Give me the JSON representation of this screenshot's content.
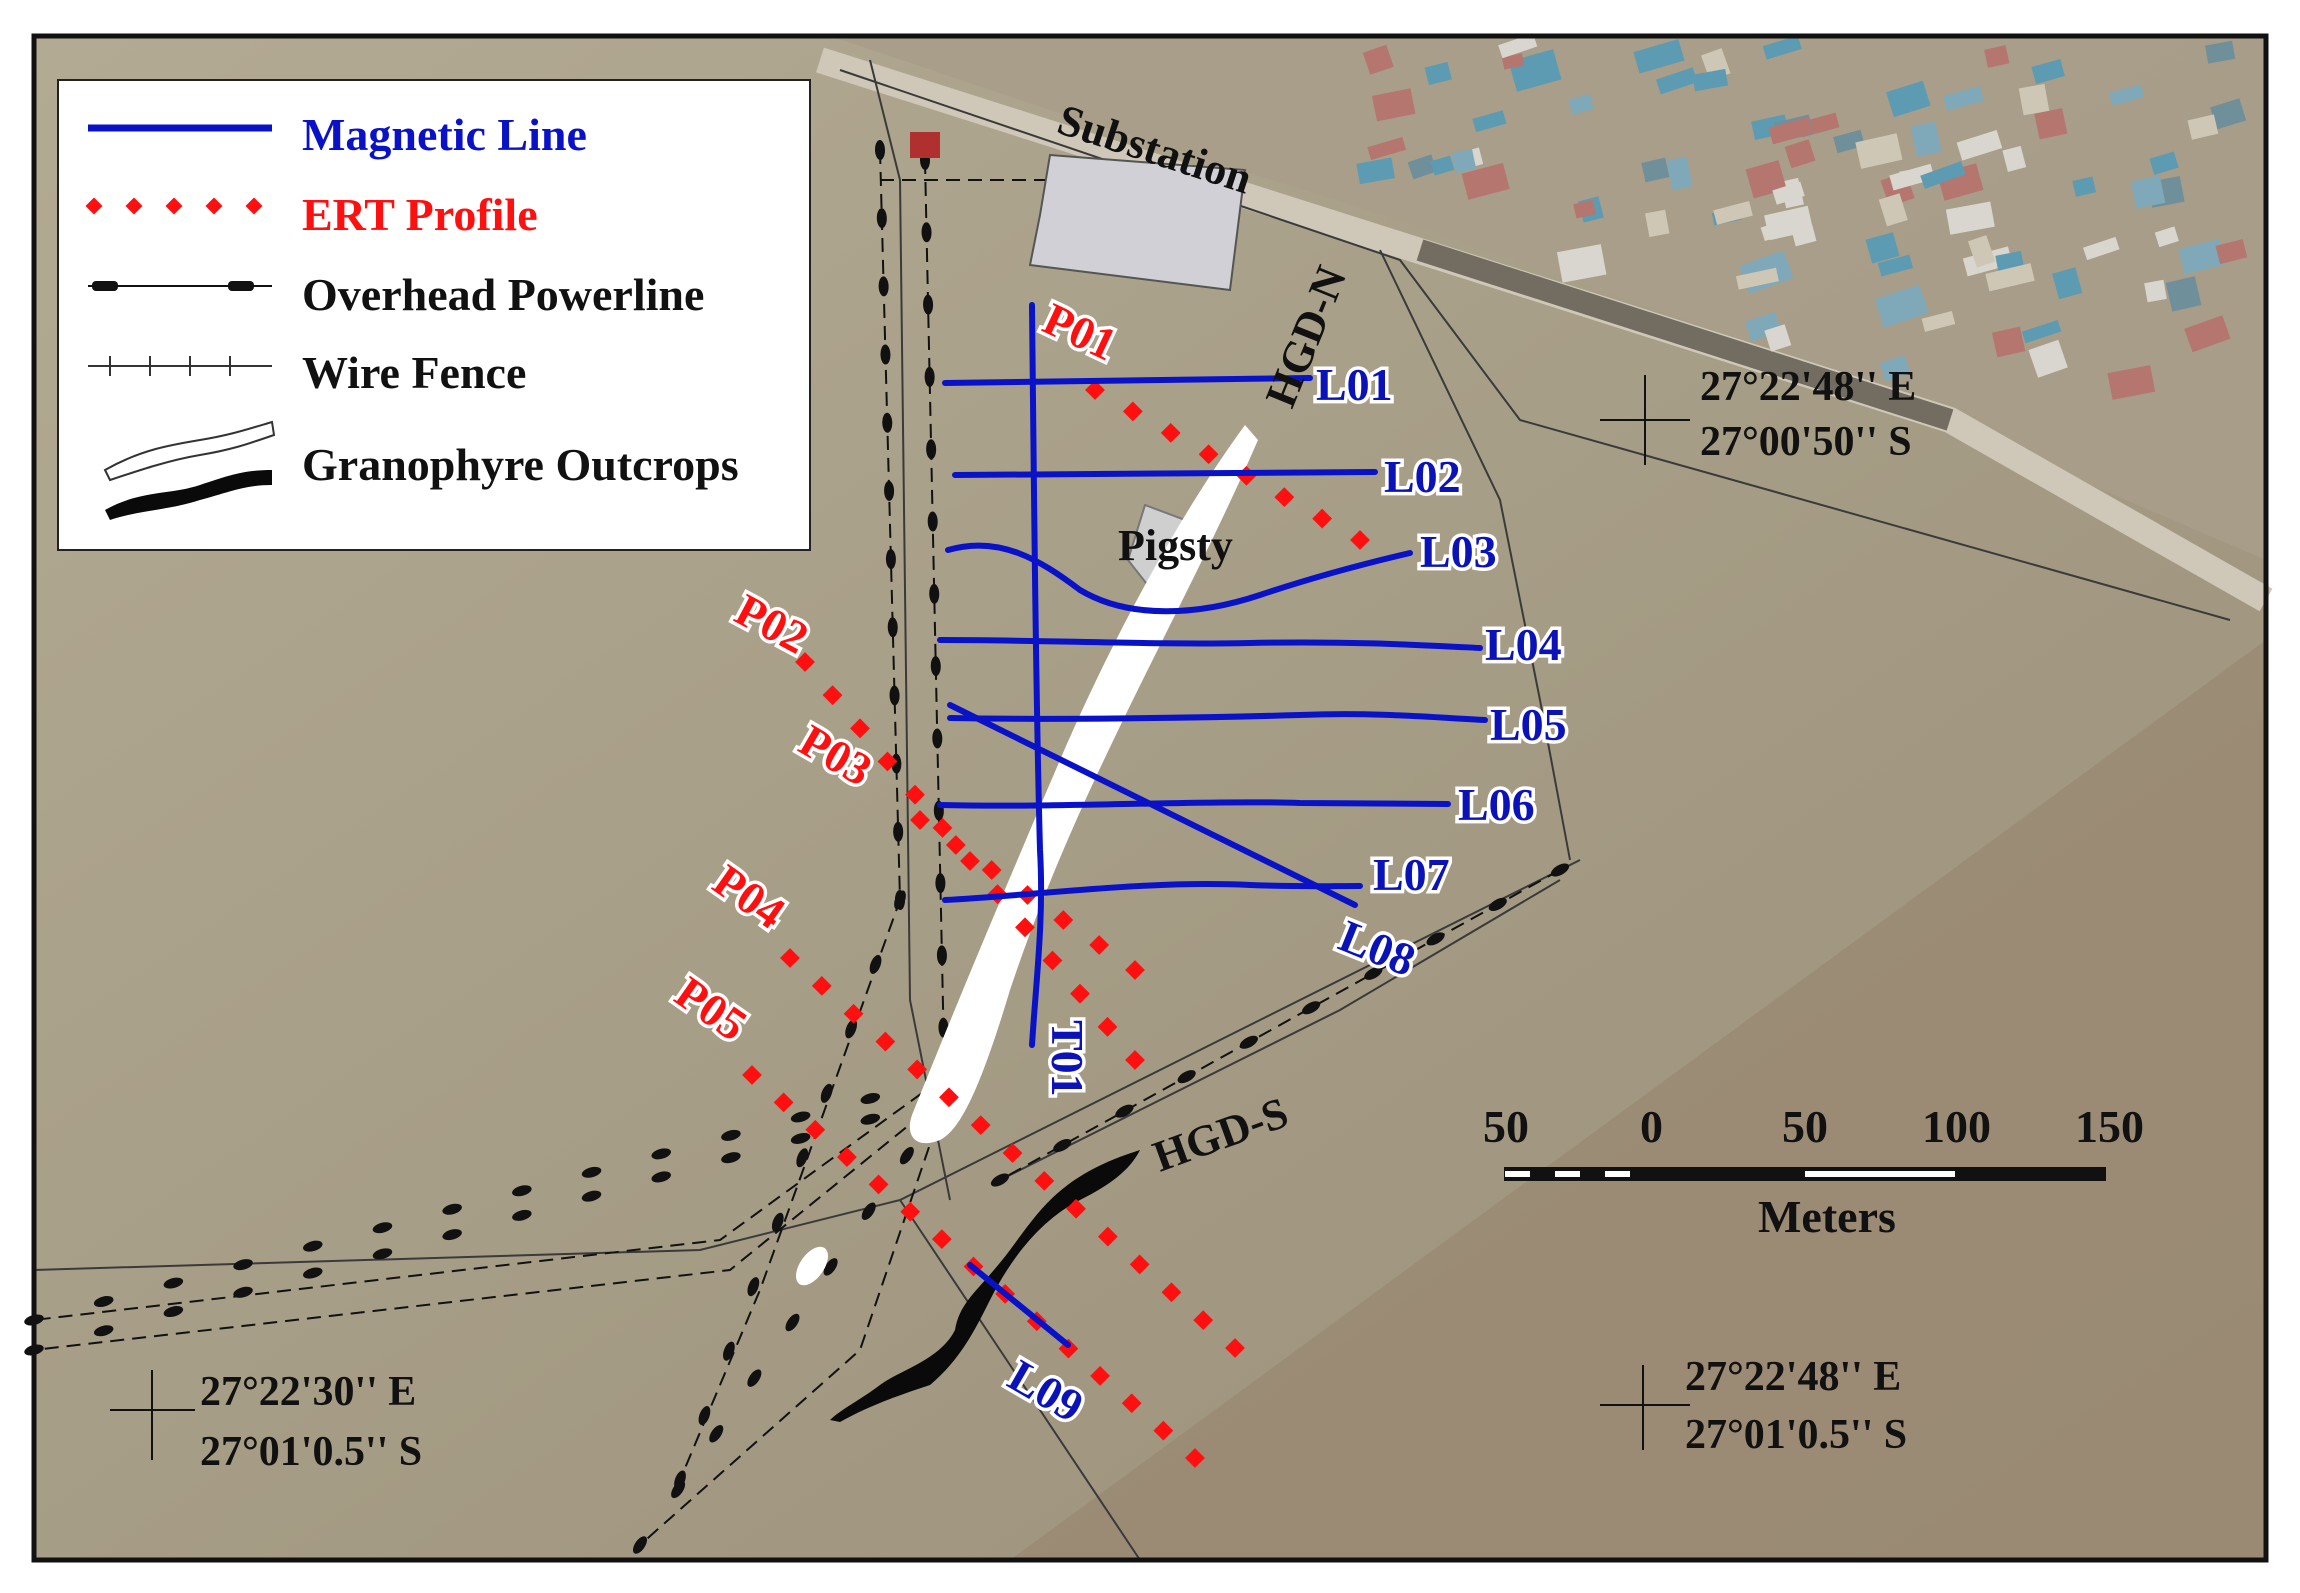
{
  "legend": {
    "items": [
      {
        "label": "Magnetic Line",
        "color": "#0a12c8"
      },
      {
        "label": "ERT Profile",
        "color": "#ff1010"
      },
      {
        "label": "Overhead Powerline",
        "color": "#111111"
      },
      {
        "label": "Wire Fence",
        "color": "#111111"
      },
      {
        "label": "Granophyre Outcrops",
        "color": "#111111"
      }
    ]
  },
  "features": {
    "substation": "Substation",
    "pigsty": "Pigsty",
    "hgd_north": "HGD-N",
    "hgd_south": "HGD-S"
  },
  "magnetic_lines": [
    "L01",
    "L02",
    "L03",
    "L04",
    "L05",
    "L06",
    "L07",
    "L08",
    "L09",
    "T01"
  ],
  "ert_profiles": [
    "P01",
    "P02",
    "P03",
    "P04",
    "P05"
  ],
  "coordinates": {
    "top_right": {
      "lon": "27°22'48'' E",
      "lat": "27°00'50'' S"
    },
    "bottom_left": {
      "lon": "27°22'30'' E",
      "lat": "27°01'0.5'' S"
    },
    "bottom_right": {
      "lon": "27°22'48'' E",
      "lat": "27°01'0.5'' S"
    }
  },
  "scale_bar": {
    "ticks": [
      "50",
      "0",
      "50",
      "100",
      "150"
    ],
    "unit": "Meters"
  },
  "colors": {
    "magnetic": "#0a12c8",
    "ert": "#ff1010",
    "terrain": "#a79d86",
    "outcrop_white": "#ffffff",
    "outcrop_black": "#0a0a0a"
  }
}
